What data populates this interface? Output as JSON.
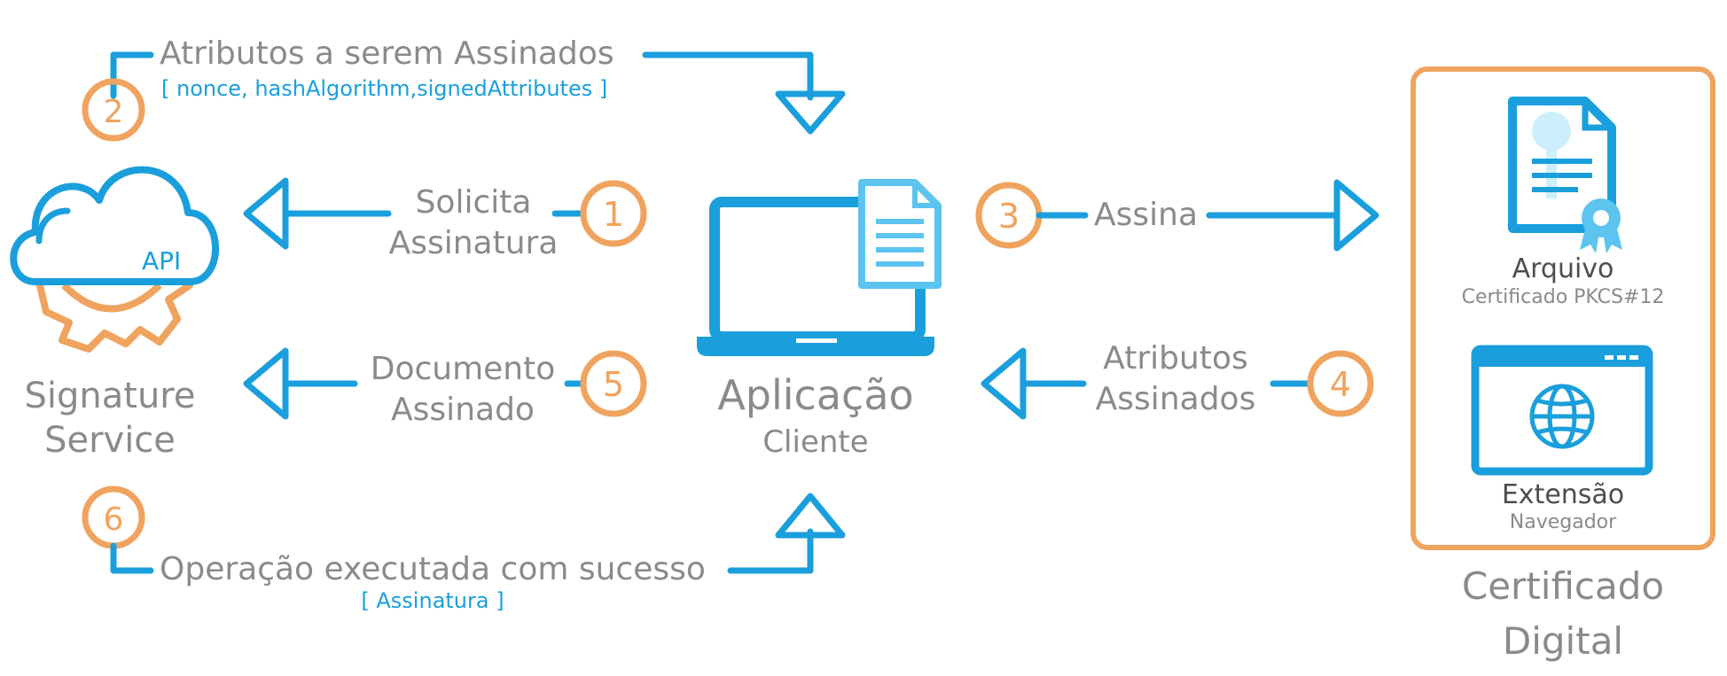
{
  "service": {
    "api_label": "API",
    "title_line1": "Signature",
    "title_line2": "Service"
  },
  "app": {
    "title": "Aplicação",
    "subtitle": "Cliente"
  },
  "certificate": {
    "file_title": "Arquivo",
    "file_subtitle": "Certificado PKCS#12",
    "extension_title": "Extensão",
    "extension_subtitle": "Navegador",
    "group_line1": "Certificado",
    "group_line2": "Digital"
  },
  "steps": [
    {
      "number": "1",
      "line1": "Solicita",
      "line2": "Assinatura"
    },
    {
      "number": "2",
      "line1": "Atributos a serem Assinados",
      "detail": "[ nonce, hashAlgorithm,signedAttributes ]"
    },
    {
      "number": "3",
      "line1": "Assina"
    },
    {
      "number": "4",
      "line1": "Atributos",
      "line2": "Assinados"
    },
    {
      "number": "5",
      "line1": "Documento",
      "line2": "Assinado"
    },
    {
      "number": "6",
      "line1": "Operação executada com sucesso",
      "detail": "[ Assinatura ]"
    }
  ],
  "colors": {
    "blue": "#1a9fdc",
    "light_blue": "#5cc4ef",
    "orange": "#f0a35e",
    "gray": "#8a8a8a"
  }
}
